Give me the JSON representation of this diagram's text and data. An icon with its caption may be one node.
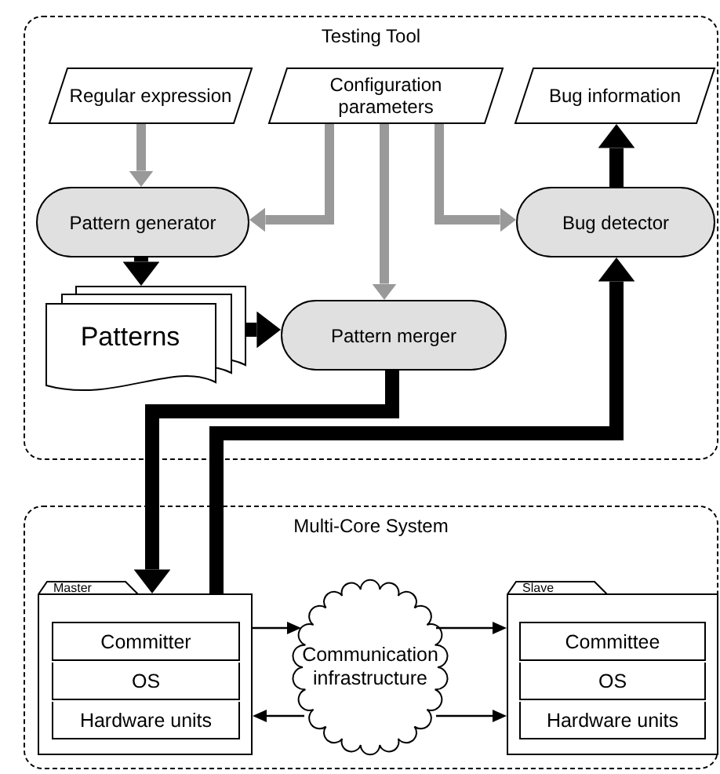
{
  "diagram": {
    "nodes": [
      {
        "text": [
          "Testing Tool"
        ]
      },
      {
        "text": [
          "Regular expression"
        ],
        "in": 0
      },
      {
        "text": [
          "Configuration parameters"
        ],
        "in": 0
      },
      {
        "text": [
          "Bug information"
        ],
        "in": 0
      },
      {
        "text": [
          "Pattern generator"
        ],
        "in": 0
      },
      {
        "text": [
          "Bug detector"
        ],
        "in": 0
      },
      {
        "text": [
          "Patterns"
        ],
        "in": 0
      },
      {
        "text": [
          "Pattern merger"
        ],
        "in": 0
      },
      {
        "text": [
          "Multi-Core System"
        ]
      },
      {
        "text": [
          "Master"
        ],
        "in": 8
      },
      {
        "text": [
          "Committer"
        ],
        "in": 9
      },
      {
        "text": [
          "OS"
        ],
        "in": 9
      },
      {
        "text": [
          "Hardware units"
        ],
        "in": 9
      },
      {
        "text": [
          "Communication infrastructure"
        ],
        "in": 8
      },
      {
        "text": [
          "Slave"
        ],
        "in": 8
      },
      {
        "text": [
          "Committee"
        ],
        "in": 14
      },
      {
        "text": [
          "OS"
        ],
        "in": 14
      },
      {
        "text": [
          "Hardware units"
        ],
        "in": 14
      }
    ],
    "edges": [
      {
        "from": 1,
        "to": 4,
        "arrow": "to",
        "color": "#999999"
      },
      {
        "from": 2,
        "to": 4,
        "arrow": "to",
        "color": "#999999"
      },
      {
        "from": 2,
        "to": 7,
        "arrow": "to",
        "color": "#999999"
      },
      {
        "from": 2,
        "to": 5,
        "arrow": "to",
        "color": "#999999"
      },
      {
        "from": 5,
        "to": 3,
        "arrow": "to"
      },
      {
        "from": 4,
        "to": 6,
        "arrow": "to"
      },
      {
        "from": 6,
        "to": 7,
        "arrow": "to"
      },
      {
        "from": 7,
        "to": 9,
        "arrow": "to"
      },
      {
        "from": 9,
        "to": 5,
        "arrow": "to"
      },
      {
        "from": 9,
        "to": 13,
        "arrow": "to"
      },
      {
        "from": 13,
        "to": 14,
        "arrow": "to"
      },
      {
        "from": 13,
        "to": 9,
        "arrow": "to"
      },
      {
        "from": 13,
        "to": 14,
        "arrow": "to"
      }
    ]
  }
}
